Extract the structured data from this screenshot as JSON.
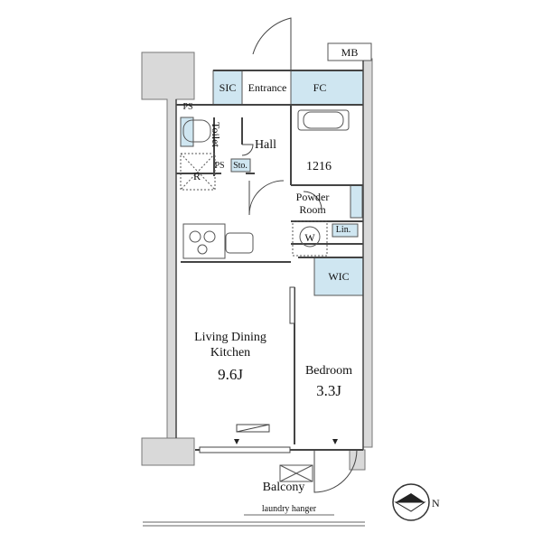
{
  "rooms": {
    "ldk": {
      "label_line1": "Living Dining",
      "label_line2": "Kitchen",
      "area": "9.6J"
    },
    "bedroom": {
      "label": "Bedroom",
      "area": "3.3J"
    },
    "bath": {
      "label": "Bath",
      "size": "1216"
    },
    "powder": {
      "label_line1": "Powder",
      "label_line2": "Room"
    },
    "entrance": "Entrance",
    "hall": "Hall",
    "toilet": "Toilet",
    "balcony": "Balcony"
  },
  "storage": {
    "sic": "SIC",
    "fc": "FC",
    "wic": "WIC",
    "lin": "Lin.",
    "sto": "Sto."
  },
  "fixtures": {
    "mb": "MB",
    "ps_top": "PS",
    "ps_mid": "PS",
    "refrigerator": "R",
    "washer": "W",
    "laundry": "laundry hanger"
  },
  "compass": {
    "north": "N"
  },
  "colors": {
    "storage_fill": "#cfe6f1",
    "wall": "#8a8a8a",
    "line": "#555555"
  }
}
